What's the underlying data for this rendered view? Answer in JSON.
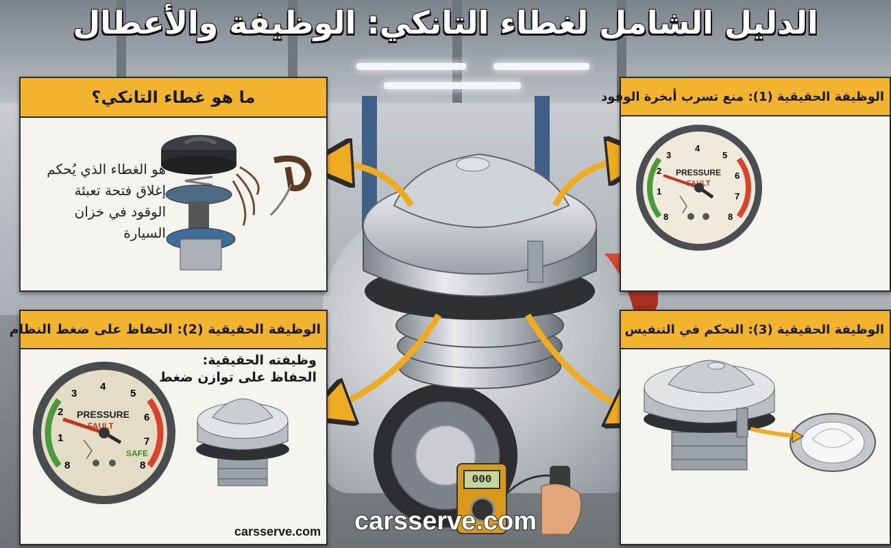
{
  "title": "الدليل الشامل لغطاء التانكي: الوظيفة والأعطال",
  "panel_what": {
    "heading": "ما هو غطاء التانكي؟",
    "description": "هو الغطاء الذي يُحكم إغلاق فتحة تعبئة الوقود في خزان السيارة"
  },
  "panel_function_1": {
    "heading": "الوظيفة الحقيقية (1): منع تسرب أبخرة الوقود",
    "gauge": {
      "label_top": "PRESSURE",
      "label_bottom": "FAULT",
      "ticks": [
        "1",
        "2",
        "3",
        "4",
        "5",
        "6",
        "7",
        "8",
        "8"
      ]
    }
  },
  "panel_function_2": {
    "heading": "الوظيفة الحقيقية (2): الحفاظ على ضغط النظام",
    "note_line1": "وظيفته الحقيقية:",
    "note_line2": "الحفاظ على توازن ضغط",
    "gauge": {
      "label_top": "PRESSURE",
      "label_bottom": "FAULT",
      "label_safe": "SAFE",
      "ticks": [
        "1",
        "2",
        "3",
        "4",
        "5",
        "6",
        "7",
        "8",
        "8"
      ]
    },
    "site": "carsserve.com"
  },
  "panel_function_3": {
    "heading": "الوظيفة الحقيقية (3): التحكم في التنفيس"
  },
  "multimeter": {
    "display": "000"
  },
  "watermark": "carsserve.com",
  "colors": {
    "accent": "#f2b42f",
    "arrow": "#efab22",
    "panel_bg": "#f4f3ee"
  }
}
